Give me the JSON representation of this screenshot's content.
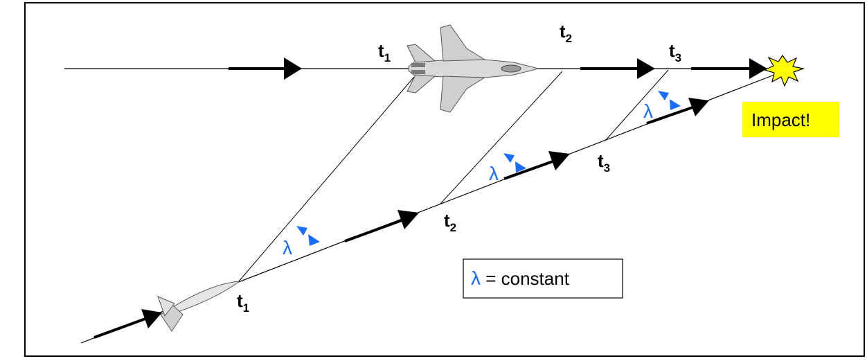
{
  "labels": {
    "target_t1": "t",
    "target_t1_sub": "1",
    "target_t2": "t",
    "target_t2_sub": "2",
    "target_t3": "t",
    "target_t3_sub": "3",
    "missile_t1": "t",
    "missile_t1_sub": "1",
    "missile_t2": "t",
    "missile_t2_sub": "2",
    "missile_t3": "t",
    "missile_t3_sub": "3",
    "lambda_1": "λ",
    "lambda_2": "λ",
    "lambda_3": "λ",
    "impact": "Impact!",
    "legend_symbol": "λ",
    "legend_text": " = constant"
  },
  "icons": {
    "aircraft": "fighter-jet-icon",
    "missile": "missile-icon",
    "explosion": "explosion-icon"
  },
  "colors": {
    "lambda": "#1a6cff",
    "impact_box": "#ffff00",
    "explosion_fill": "#ffff00",
    "line": "#000000"
  }
}
